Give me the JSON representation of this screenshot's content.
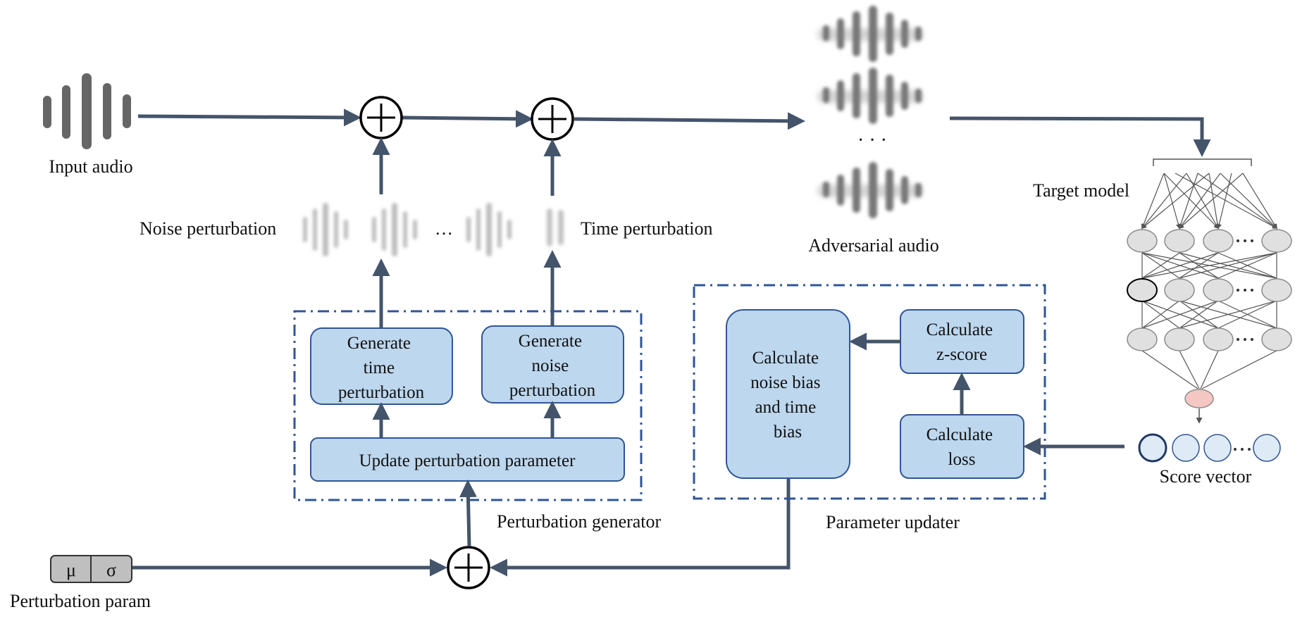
{
  "labels": {
    "input_audio": "Input audio",
    "noise_perturbation": "Noise perturbation",
    "time_perturbation": "Time perturbation",
    "adversarial_audio": "Adversarial audio",
    "target_model": "Target model",
    "score_vector": "Score vector",
    "perturbation_generator": "Perturbation generator",
    "parameter_updater": "Parameter updater",
    "perturbation_param": "Perturbation param",
    "mu": "μ",
    "sigma": "σ",
    "ellipsis": "…",
    "dots": "· · ·"
  },
  "boxes": {
    "generate_time": [
      "Generate",
      "time",
      "perturbation"
    ],
    "generate_noise": [
      "Generate",
      "noise",
      "perturbation"
    ],
    "update_param": [
      "Update perturbation parameter"
    ],
    "calc_bias": [
      "Calculate",
      "noise bias",
      "and time",
      "bias"
    ],
    "calc_zscore": [
      "Calculate",
      "z-score"
    ],
    "calc_loss": [
      "Calculate",
      "loss"
    ]
  },
  "colors": {
    "arrow": "#44546a",
    "box_fill": "#bdd7ee",
    "box_stroke": "#2f5597",
    "dash": "#2f5597",
    "wave_dark": "#666666",
    "node_fill": "#e0e0e0",
    "output_node": "#f4c7c3",
    "score_fill": "#deebf7",
    "score_stroke": "#1f3864"
  }
}
